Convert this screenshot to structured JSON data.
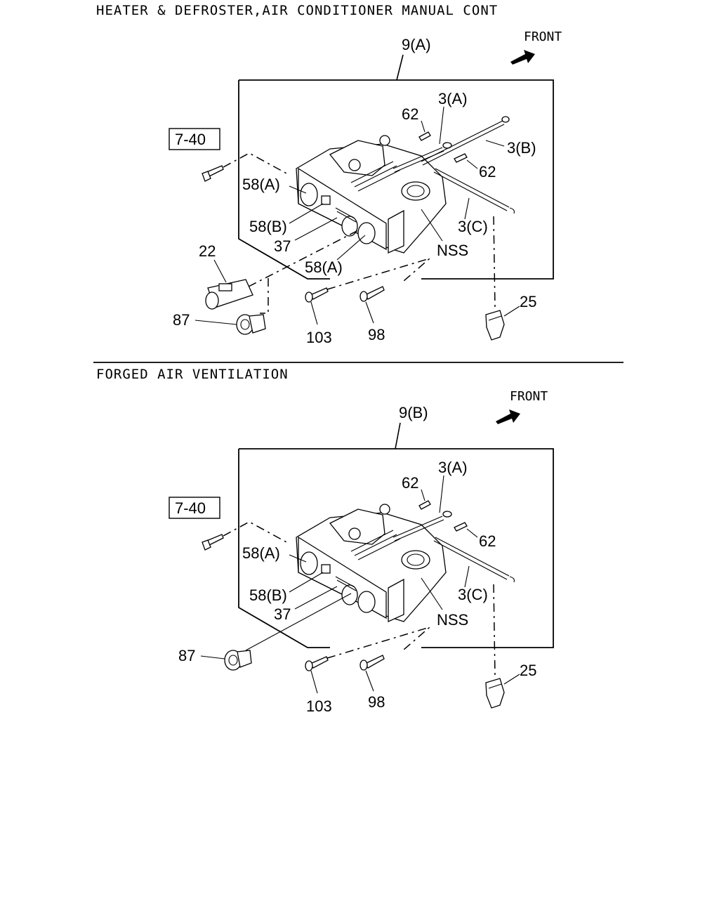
{
  "sections": [
    {
      "title": "HEATER & DEFROSTER,AIR CONDITIONER MANUAL CONT",
      "front": "FRONT",
      "ref": "7-40",
      "callouts": {
        "assembly": "9(A)",
        "cable_a": "3(A)",
        "cable_b": "3(B)",
        "cable_c": "3(C)",
        "pin_top": "62",
        "pin_right": "62",
        "knob_a_top": "58(A)",
        "knob_b": "58(B)",
        "bulb": "37",
        "knob_a_bottom": "58(A)",
        "nss": "NSS",
        "switch": "22",
        "socket": "87",
        "screw_103": "103",
        "screw_98": "98",
        "clip": "25"
      }
    },
    {
      "title": "FORGED AIR VENTILATION",
      "front": "FRONT",
      "ref": "7-40",
      "callouts": {
        "assembly": "9(B)",
        "cable_a": "3(A)",
        "cable_c": "3(C)",
        "pin_top": "62",
        "pin_right": "62",
        "knob_a_top": "58(A)",
        "knob_b": "58(B)",
        "bulb": "37",
        "nss": "NSS",
        "socket": "87",
        "screw_103": "103",
        "screw_98": "98",
        "clip": "25"
      }
    }
  ]
}
